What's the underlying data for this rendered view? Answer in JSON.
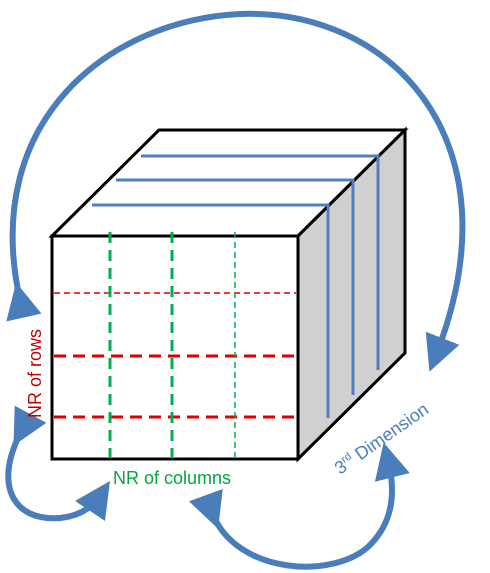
{
  "labels": {
    "rows": "NR of rows",
    "columns": "NR of columns",
    "dimension_prefix": "3",
    "dimension_sup": "rd",
    "dimension_suffix": " Dimension"
  },
  "colors": {
    "arrow_blue": "#4A7EBB",
    "rows_red": "#C00000",
    "dashed_red": "#E00000",
    "columns_green": "#00A63E",
    "dashed_green": "#00B050",
    "cube_stroke": "#000000",
    "cube_front": "#ffffff",
    "cube_side": "#D0D0D0",
    "blue_line": "#4F7FC0"
  }
}
